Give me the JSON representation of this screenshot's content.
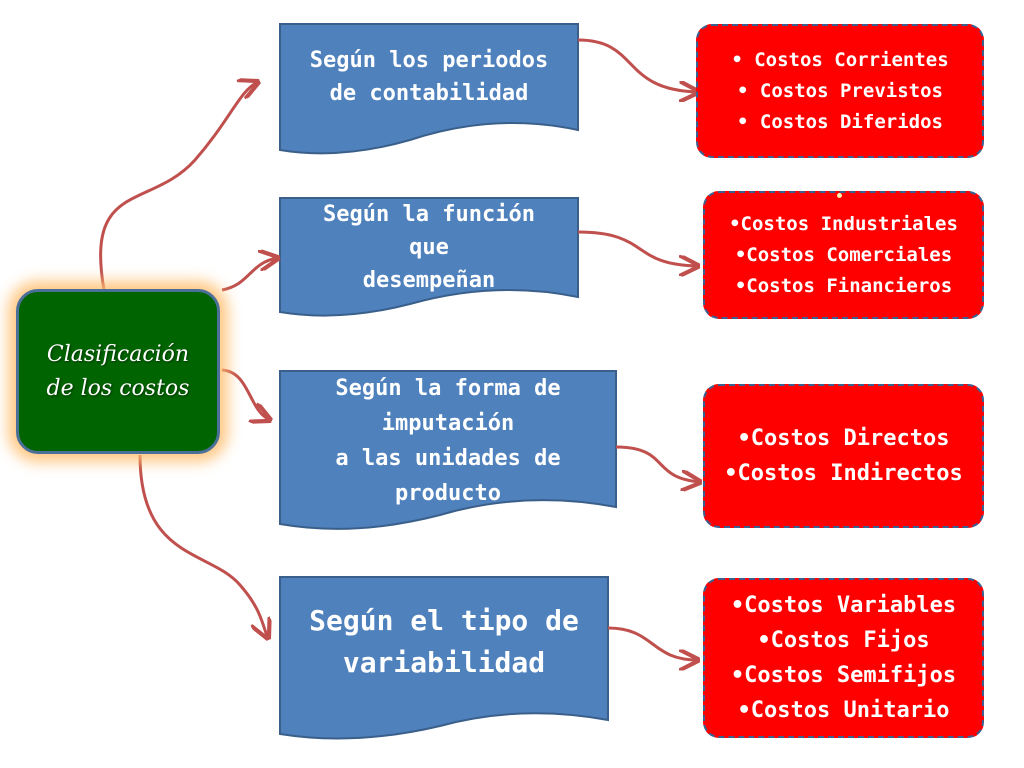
{
  "root": {
    "line1": "Clasificación",
    "line2": "de los costos"
  },
  "categories": [
    {
      "lines": [
        "Según los periodos",
        "de contabilidad"
      ]
    },
    {
      "lines": [
        "Según la función",
        "que",
        "desempeñan"
      ]
    },
    {
      "lines": [
        "Según la forma de",
        "imputación",
        "a las unidades de",
        "producto"
      ]
    },
    {
      "lines": [
        "Según el tipo de",
        "variabilidad"
      ]
    }
  ],
  "groups": [
    {
      "items": [
        "• Costos Corrientes",
        "• Costos Previstos",
        "• Costos Diferidos"
      ]
    },
    {
      "items": [
        "•Costos Industriales",
        "•Costos Comerciales",
        "•Costos Financieros"
      ]
    },
    {
      "items": [
        "•Costos Directos",
        "•Costos Indirectos"
      ]
    },
    {
      "items": [
        "•Costos Variables",
        "•Costos Fijos",
        "•Costos Semifijos",
        "•Costos Unitario"
      ]
    }
  ],
  "colors": {
    "root_fill": "#006400",
    "category_fill": "#4f81bd",
    "item_fill": "#ff0000",
    "arrow": "#c0504d"
  }
}
